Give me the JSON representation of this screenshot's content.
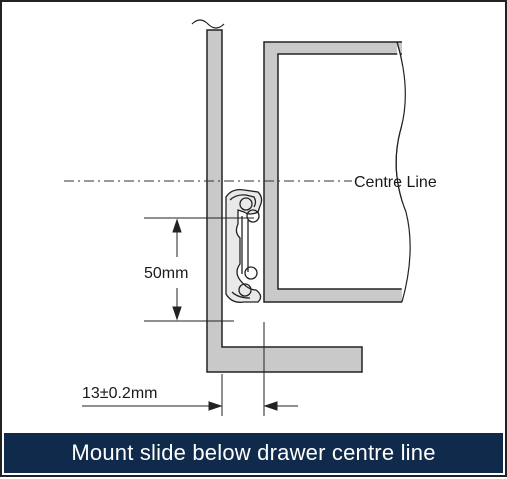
{
  "diagram": {
    "centre_line_label": "Centre Line",
    "height_label": "50mm",
    "gap_label": "13±0.2mm"
  },
  "caption": "Mount slide below drawer centre line",
  "colors": {
    "panel_fill": "#c9c9c9",
    "outline": "#222222",
    "caption_bg": "#0f2a4a",
    "caption_text": "#ffffff"
  }
}
